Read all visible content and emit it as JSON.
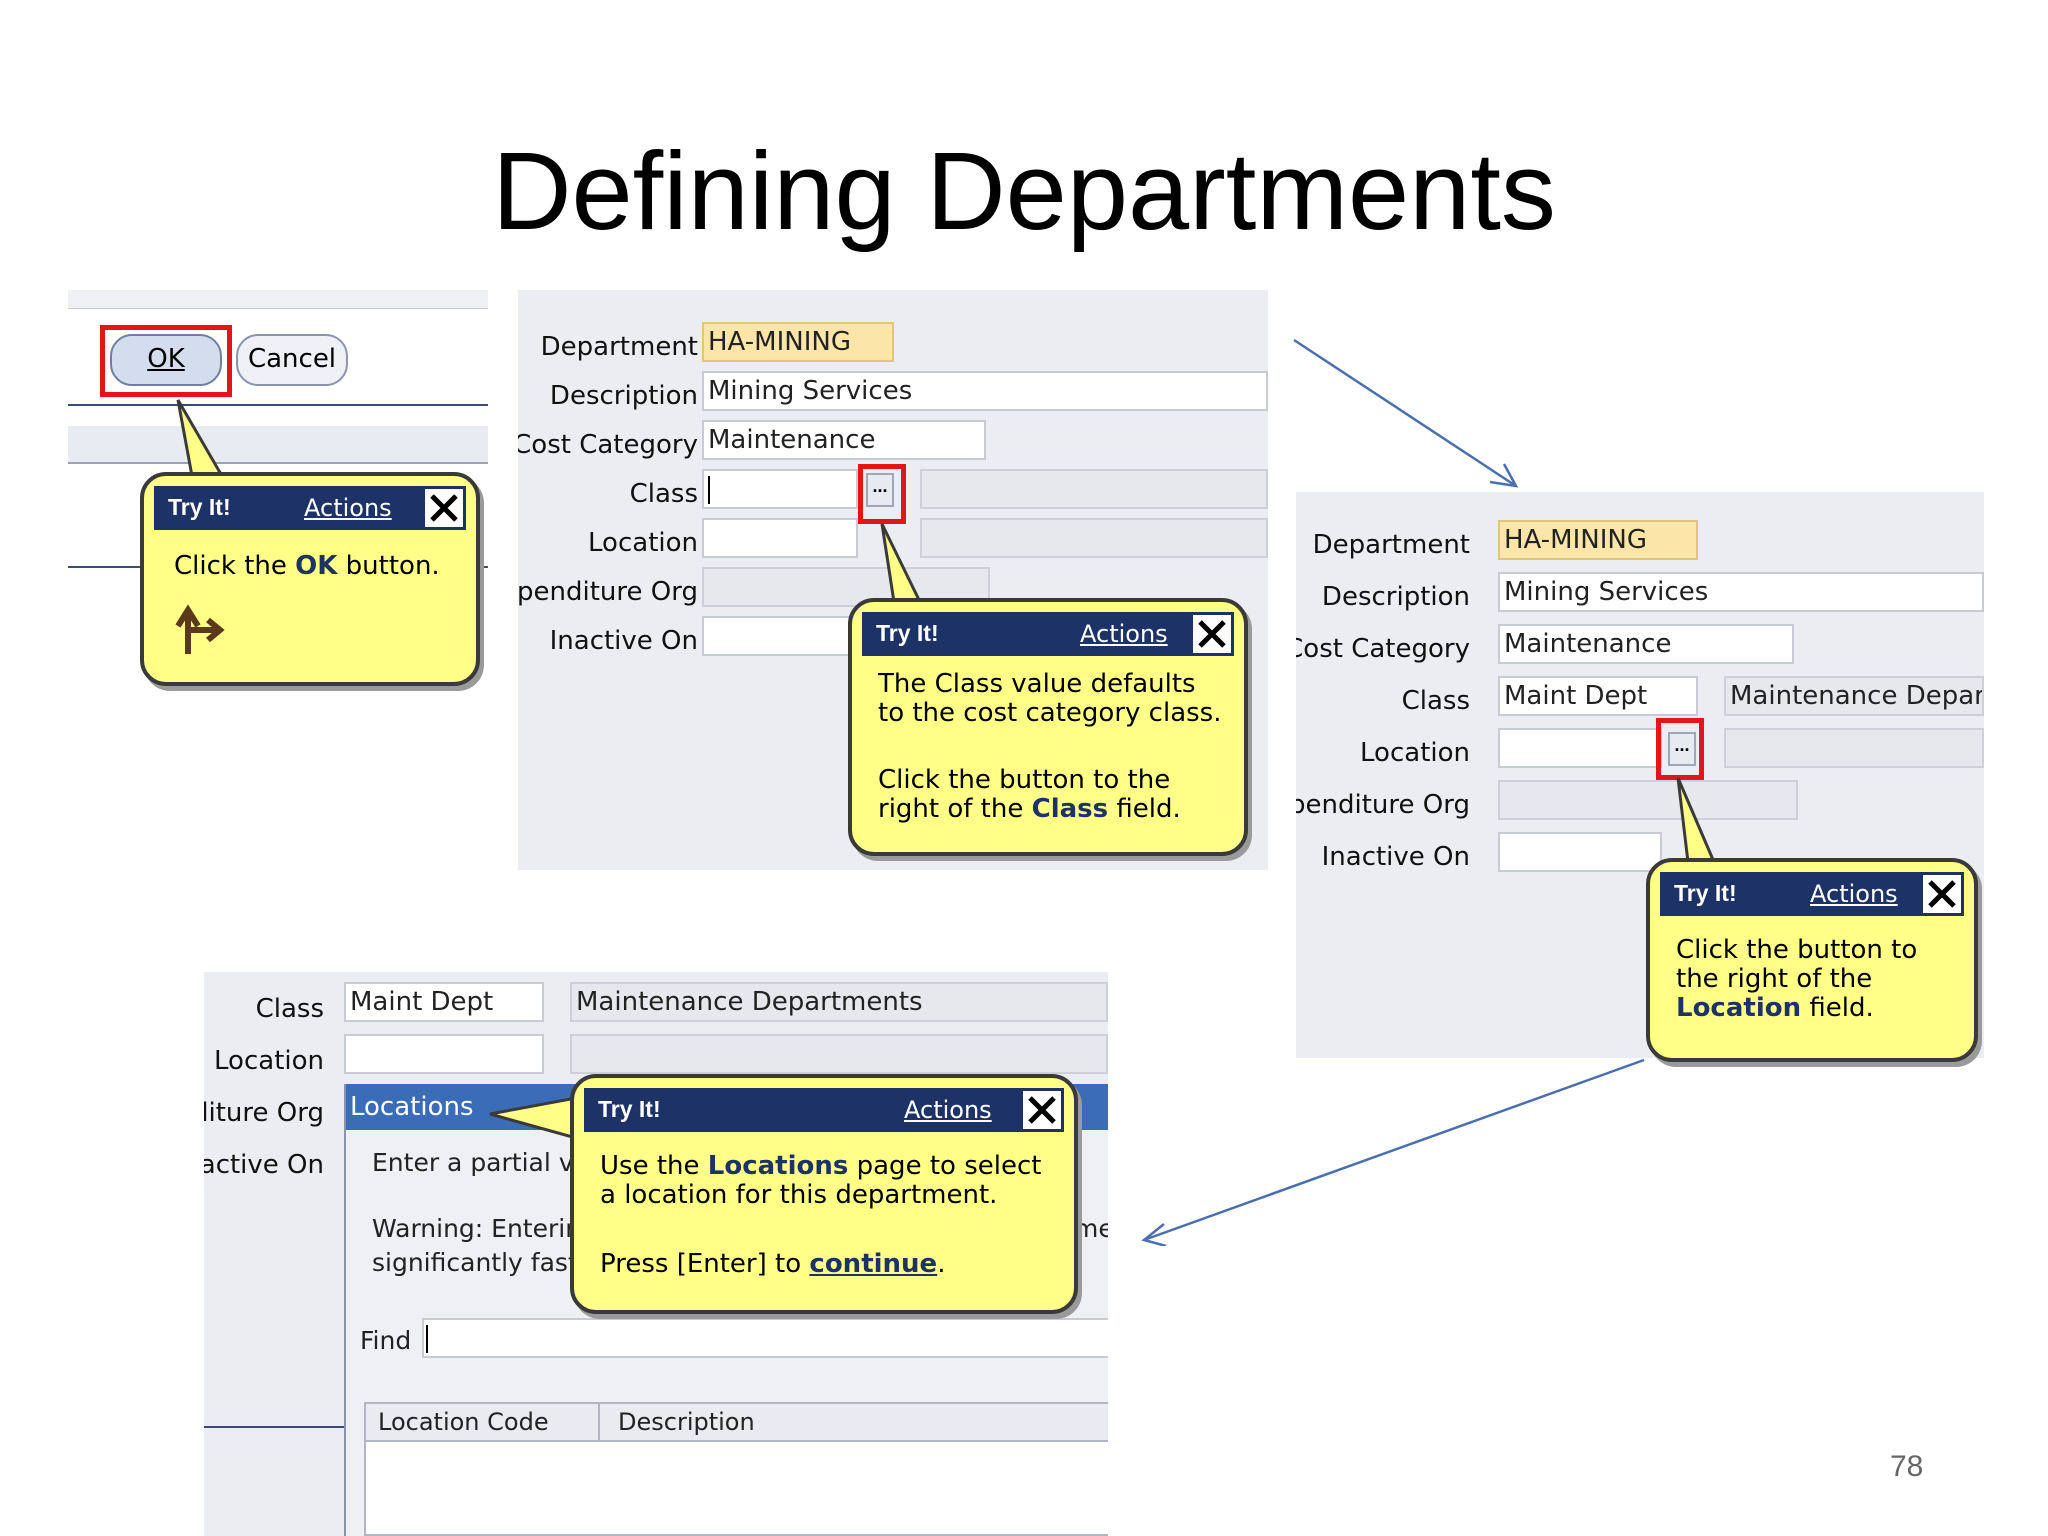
{
  "slide": {
    "title": "Defining Departments",
    "page_number": "78"
  },
  "panel1": {
    "ok_label": "OK",
    "cancel_label": "Cancel",
    "hint": {
      "tryit": "Try It!",
      "actions": "Actions",
      "text_pre": "Click the ",
      "text_bold": "OK",
      "text_post": " button."
    }
  },
  "panel2": {
    "labels": [
      "Department",
      "Description",
      "Cost Category",
      "Class",
      "Location",
      "Expenditure Org",
      "Inactive On"
    ],
    "department": "HA-MINING",
    "description": "Mining Services",
    "cost_category": "Maintenance",
    "hint": {
      "tryit": "Try It!",
      "actions": "Actions",
      "line1": "The Class value defaults to the cost category class.",
      "line2_pre": "Click the button to the right of the ",
      "line2_bold": "Class",
      "line2_post": " field."
    }
  },
  "panel3": {
    "labels": [
      "Department",
      "Description",
      "Cost Category",
      "Class",
      "Location",
      "Expenditure Org",
      "Inactive On"
    ],
    "department": "HA-MINING",
    "description": "Mining Services",
    "cost_category": "Maintenance",
    "class": "Maint Dept",
    "class_desc": "Maintenance Departments",
    "hint": {
      "tryit": "Try It!",
      "actions": "Actions",
      "text_pre": "Click the button to the right of the ",
      "text_bold": "Location",
      "text_post": " field."
    }
  },
  "panel4": {
    "labels": [
      "Class",
      "Location",
      "Expenditure Org",
      "Inactive On"
    ],
    "class": "Maint Dept",
    "class_desc": "Maintenance Departments",
    "locations_title": "Locations",
    "enter_partial": "Enter a partial va",
    "warning1": "Warning: Enterin",
    "warning2": "significantly faste",
    "warning_tail": "me",
    "find_label": "Find",
    "col_location_code": "Location Code",
    "col_description": "Description",
    "hint": {
      "tryit": "Try It!",
      "actions": "Actions",
      "line1_pre": "Use the ",
      "line1_bold": "Locations",
      "line1_post": " page to select a location for this department.",
      "line2_pre": "Press [Enter] to ",
      "line2_link": "continue",
      "line2_post": "."
    }
  }
}
